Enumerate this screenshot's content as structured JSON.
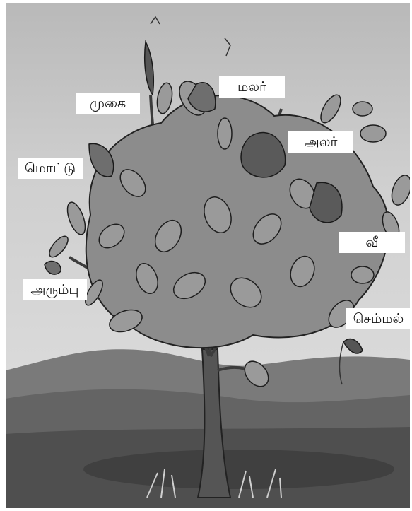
{
  "labels": {
    "mugai": "முகை",
    "malar": "மலர்",
    "alar": "அலர்",
    "mottu": "மொட்டு",
    "vee": "வீ",
    "arumbu": "அரும்பு",
    "semmal": "செம்மல்"
  },
  "colors": {
    "sky_top": "#b9b9b9",
    "hill_far": "#7a7a7a",
    "hill_near": "#5f5f5f",
    "ground": "#4a4a4a",
    "trunk": "#555555",
    "foliage": "#8a8a8a",
    "leaf_outline": "#222222",
    "label_bg": "#ffffff"
  }
}
